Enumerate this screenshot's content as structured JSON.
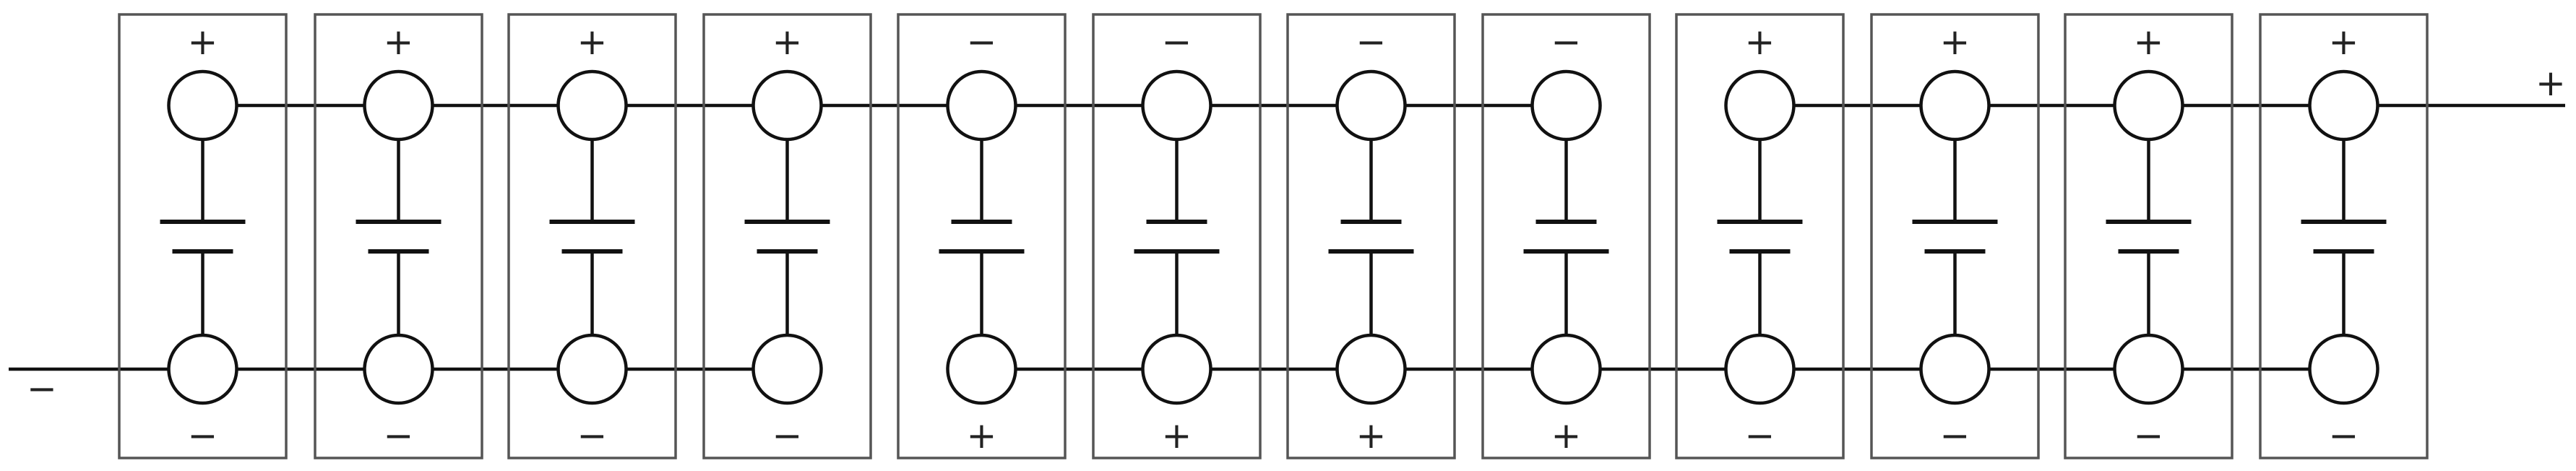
{
  "diagram": {
    "left_lead_label": "−",
    "right_lead_label": "+",
    "cells": [
      {
        "top": "+",
        "bottom": "−",
        "long_plate": "top"
      },
      {
        "top": "+",
        "bottom": "−",
        "long_plate": "top"
      },
      {
        "top": "+",
        "bottom": "−",
        "long_plate": "top"
      },
      {
        "top": "+",
        "bottom": "−",
        "long_plate": "top"
      },
      {
        "top": "−",
        "bottom": "+",
        "long_plate": "bottom"
      },
      {
        "top": "−",
        "bottom": "+",
        "long_plate": "bottom"
      },
      {
        "top": "−",
        "bottom": "+",
        "long_plate": "bottom"
      },
      {
        "top": "−",
        "bottom": "+",
        "long_plate": "bottom"
      },
      {
        "top": "+",
        "bottom": "−",
        "long_plate": "top"
      },
      {
        "top": "+",
        "bottom": "−",
        "long_plate": "top"
      },
      {
        "top": "+",
        "bottom": "−",
        "long_plate": "top"
      },
      {
        "top": "+",
        "bottom": "−",
        "long_plate": "top"
      }
    ],
    "top_bus_links": [
      true,
      true,
      true,
      true,
      true,
      true,
      true,
      false,
      true,
      true,
      true
    ],
    "bottom_bus_links": [
      true,
      true,
      true,
      false,
      true,
      true,
      true,
      true,
      true,
      true,
      true
    ]
  }
}
